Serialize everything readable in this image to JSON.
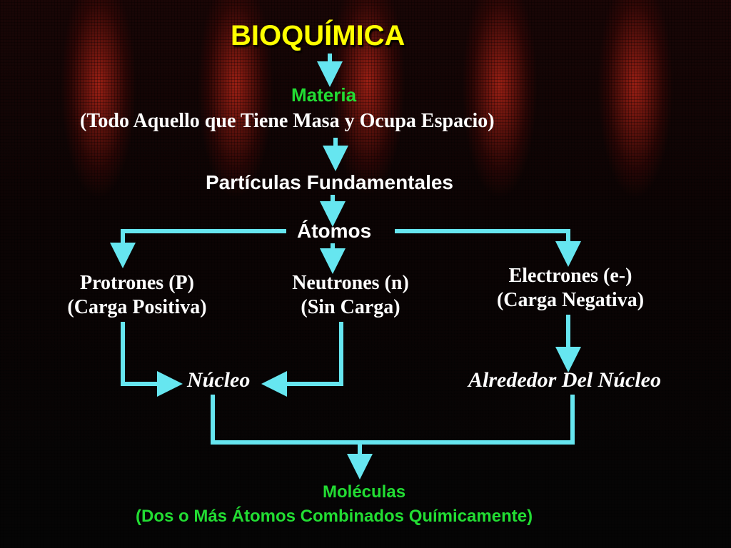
{
  "title": "BIOQUÍMICA",
  "materia": {
    "label": "Materia",
    "definition": "(Todo Aquello que Tiene Masa y Ocupa Espacio)"
  },
  "particulas": "Partículas Fundamentales",
  "atomos": "Átomos",
  "protones": {
    "name": "Protrones (P)",
    "charge": "(Carga Positiva)"
  },
  "neutrones": {
    "name": "Neutrones (n)",
    "charge": "(Sin Carga)"
  },
  "electrones": {
    "name": "Electrones (e-)",
    "charge": "(Carga Negativa)"
  },
  "nucleo": "Núcleo",
  "alrededor": "Alrededor Del Núcleo",
  "moleculas": {
    "label": "Moléculas",
    "definition": "(Dos o Más Átomos Combinados Químicamente)"
  },
  "colors": {
    "title": "#ffff00",
    "heading": "#22dd33",
    "connector": "#66e6f0",
    "text": "#ffffff"
  }
}
